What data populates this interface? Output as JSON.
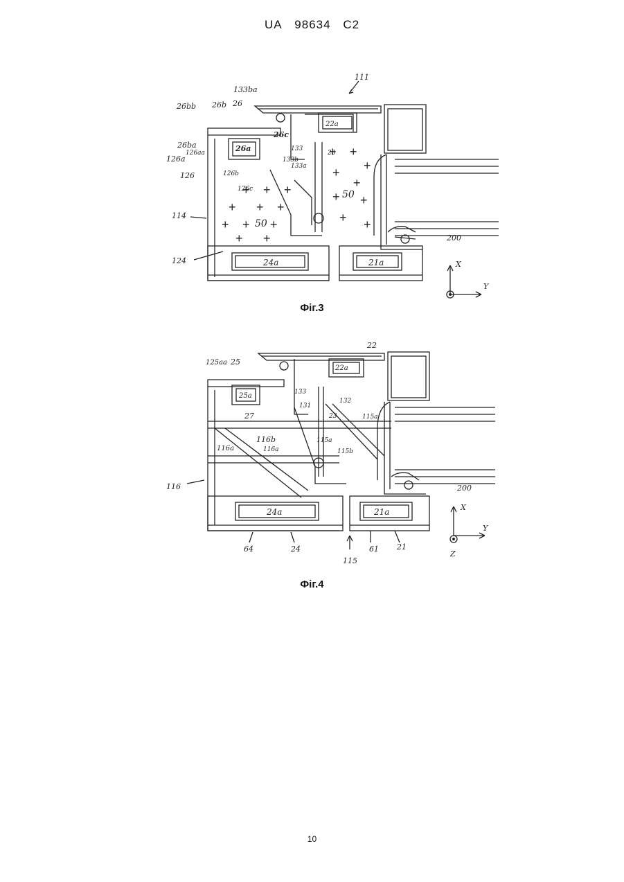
{
  "header": {
    "office": "UA",
    "number": "98634",
    "kind": "C2"
  },
  "figures": [
    {
      "caption": "Фіг.3",
      "labels": [
        "111",
        "133ba",
        "26bb",
        "26b",
        "26",
        "26ba",
        "126aa",
        "126a",
        "126",
        "26a",
        "26c",
        "133",
        "133b",
        "133a",
        "126b",
        "126c",
        "23",
        "22a",
        "50",
        "50",
        "114",
        "124",
        "24a",
        "21a",
        "200",
        "X",
        "Y"
      ]
    },
    {
      "caption": "Фіг.4",
      "labels": [
        "22",
        "22a",
        "125aa",
        "25",
        "25a",
        "133",
        "131",
        "132",
        "27",
        "23",
        "115a",
        "116a",
        "116b",
        "116a",
        "115a",
        "115b",
        "116",
        "200",
        "24a",
        "21a",
        "64",
        "24",
        "115",
        "61",
        "21",
        "X",
        "Y",
        "Z"
      ]
    }
  ],
  "page_number": "10"
}
